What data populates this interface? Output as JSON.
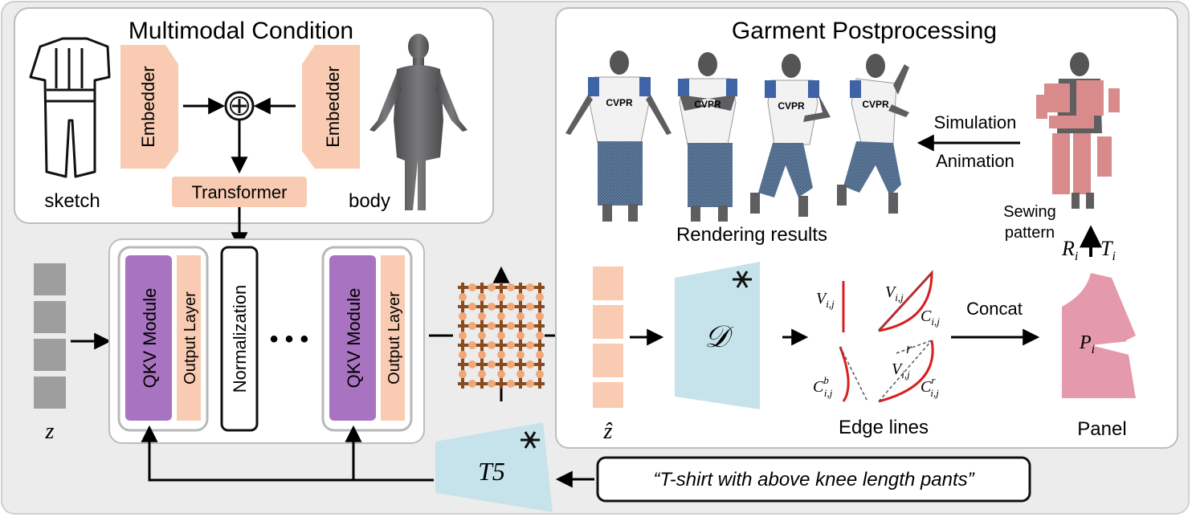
{
  "condition": {
    "title": "Multimodal Condition",
    "sketch_label": "sketch",
    "body_label": "body",
    "embedder_label": "Embedder",
    "transformer_label": "Transformer"
  },
  "dit": {
    "qkv_label": "QKV Module",
    "output_label": "Output Layer",
    "norm_label": "Normalization",
    "ellipsis": "• • •",
    "noise_label": "z"
  },
  "latent": {
    "label": "ẑ"
  },
  "decoder": {
    "label": "𝒟"
  },
  "edges": {
    "label": "Edge lines",
    "v_ij": "V",
    "sub_ij": "i,j",
    "c_ij": "C",
    "c_b": "b",
    "c_r": "r",
    "r_label": "r",
    "concat_label": "Concat"
  },
  "panel": {
    "label": "Panel",
    "p_label": "P",
    "p_sub": "i",
    "rotation": "R",
    "translation": "T",
    "sub_i": "i"
  },
  "postprocess": {
    "title": "Garment Postprocessing",
    "sewing_label_line1": "Sewing",
    "sewing_label_line2": "pattern",
    "simulation_label": "Simulation",
    "animation_label": "Animation",
    "render_label": "Rendering results",
    "shirt_text": "CVPR"
  },
  "text_encoder": {
    "label": "T5",
    "prompt": "“T-shirt with above knee length pants”"
  },
  "colors": {
    "background": "#ececec",
    "peach": "#f8cbb2",
    "purple": "#a873c0",
    "light_blue": "#c6e3ec",
    "panel_pink": "#e49aac",
    "edge_red": "#d81e1e",
    "skin": "#5e5e60",
    "denim": "#4a6585"
  },
  "icons": {
    "snowflake": "snowflake-icon",
    "plus": "circled-plus-icon"
  }
}
